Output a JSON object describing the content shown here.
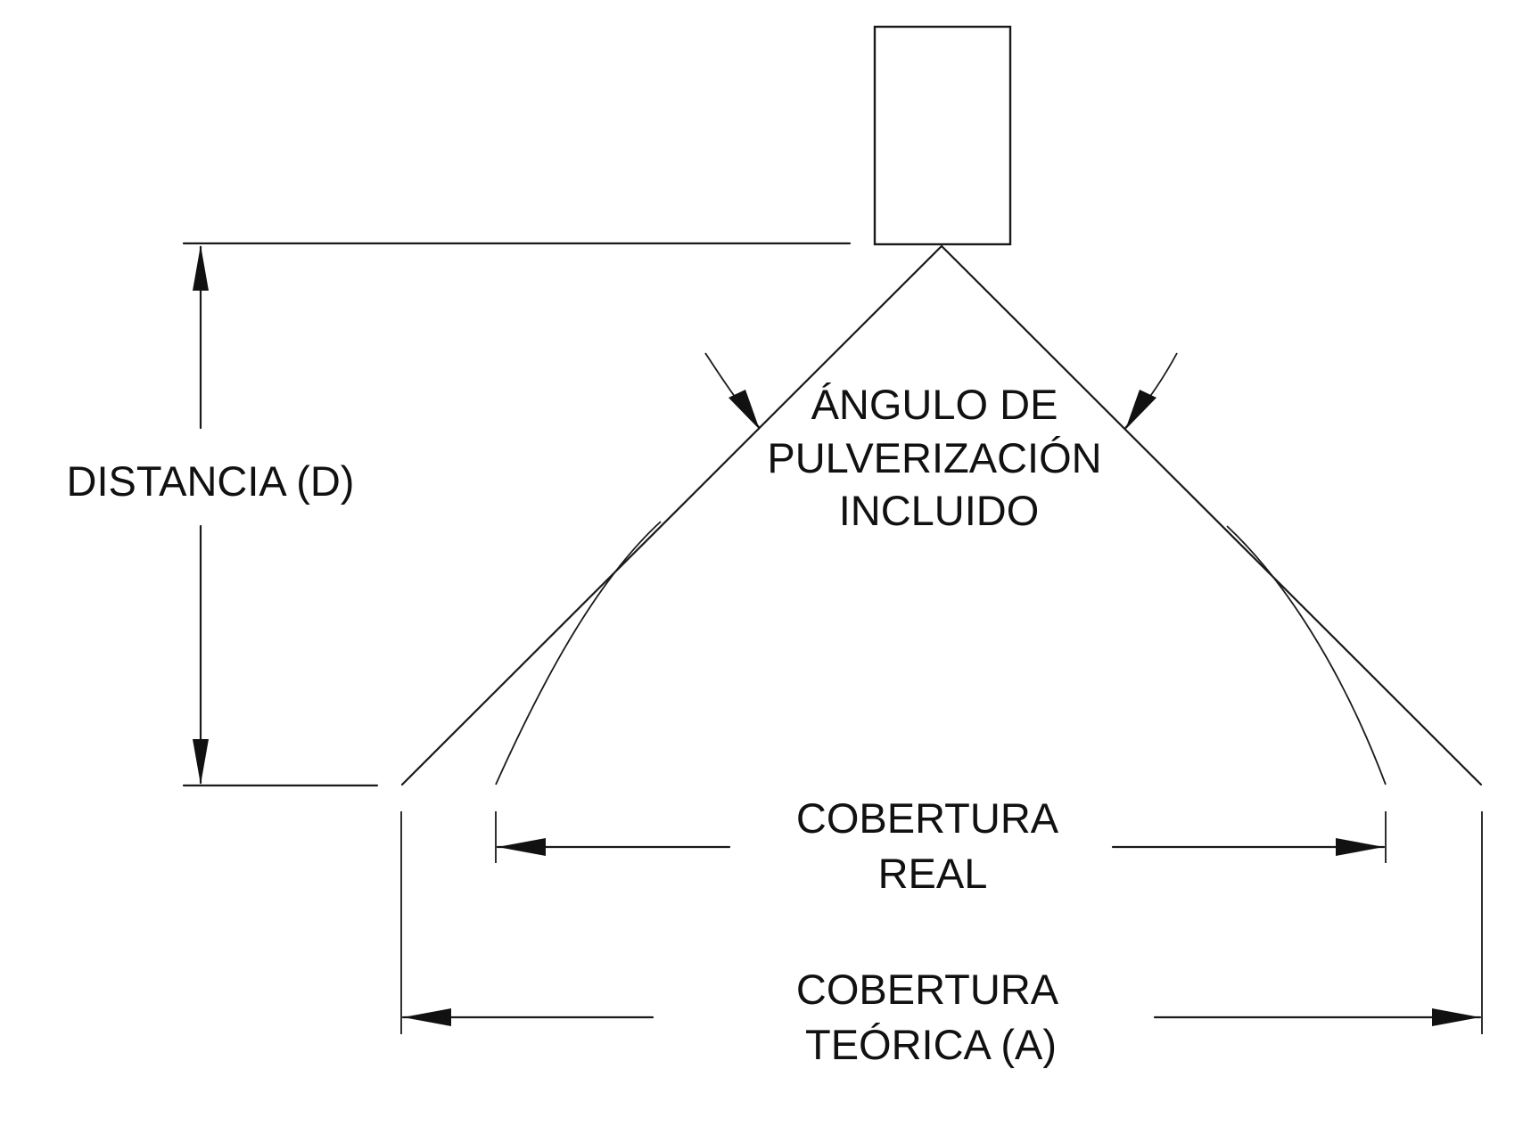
{
  "labels": {
    "distance": "DISTANCIA (D)",
    "spray_angle": [
      "ÁNGULO DE",
      "PULVERIZACIÓN",
      "INCLUIDO"
    ],
    "actual_coverage": [
      "COBERTURA",
      "REAL"
    ],
    "theoretical_coverage": [
      "COBERTURA",
      "TEÓRICA (A)"
    ]
  },
  "colors": {
    "line": "#1a1a1a",
    "background": "#ffffff"
  }
}
